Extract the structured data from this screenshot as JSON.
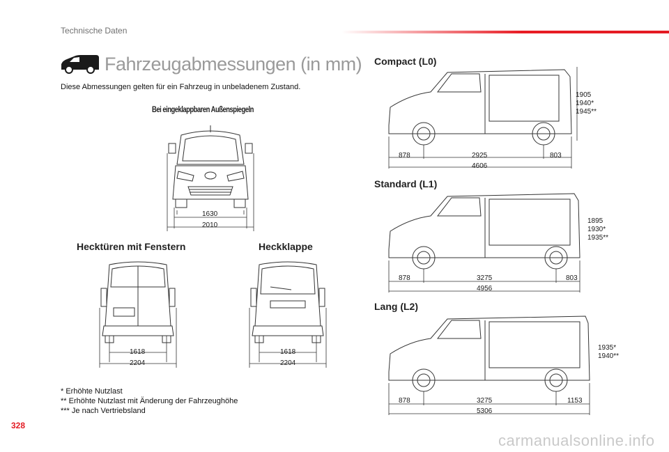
{
  "header": {
    "section": "Technische Daten"
  },
  "title": "Fahrzeugabmessungen (in mm)",
  "intro": "Diese Abmessungen gelten für ein Fahrzeug in unbeladenem Zustand.",
  "front": {
    "label": "Bei eingeklappbaren Außenspiegeln",
    "dim_inner": "1630",
    "dim_outer": "2010"
  },
  "rear_doors": {
    "label": "Hecktüren mit Fenstern",
    "dim_inner": "1618",
    "dim_outer": "2204"
  },
  "tailgate": {
    "label": "Heckklappe",
    "dim_inner": "1618",
    "dim_outer": "2204"
  },
  "compact": {
    "label": "Compact (L0)",
    "front": "878",
    "wheelbase": "2925",
    "rear": "803",
    "total": "4606",
    "height": [
      "1905",
      "1940*",
      "1945**"
    ]
  },
  "standard": {
    "label": "Standard (L1)",
    "front": "878",
    "wheelbase": "3275",
    "rear": "803",
    "total": "4956",
    "height": [
      "1895",
      "1930*",
      "1935**"
    ]
  },
  "lang": {
    "label": "Lang (L2)",
    "front": "878",
    "wheelbase": "3275",
    "rear": "1153",
    "total": "5306",
    "height": [
      "1935*",
      "1940**"
    ]
  },
  "footnotes": [
    "* Erhöhte Nutzlast",
    "** Erhöhte Nutzlast mit Änderung der Fahrzeughöhe",
    "*** Je nach Vertriebsland"
  ],
  "page_number": "328",
  "watermark": "carmanualsonline.info",
  "colors": {
    "accent": "#e31b23",
    "title_gray": "#9a9a9a",
    "line": "#333333"
  }
}
